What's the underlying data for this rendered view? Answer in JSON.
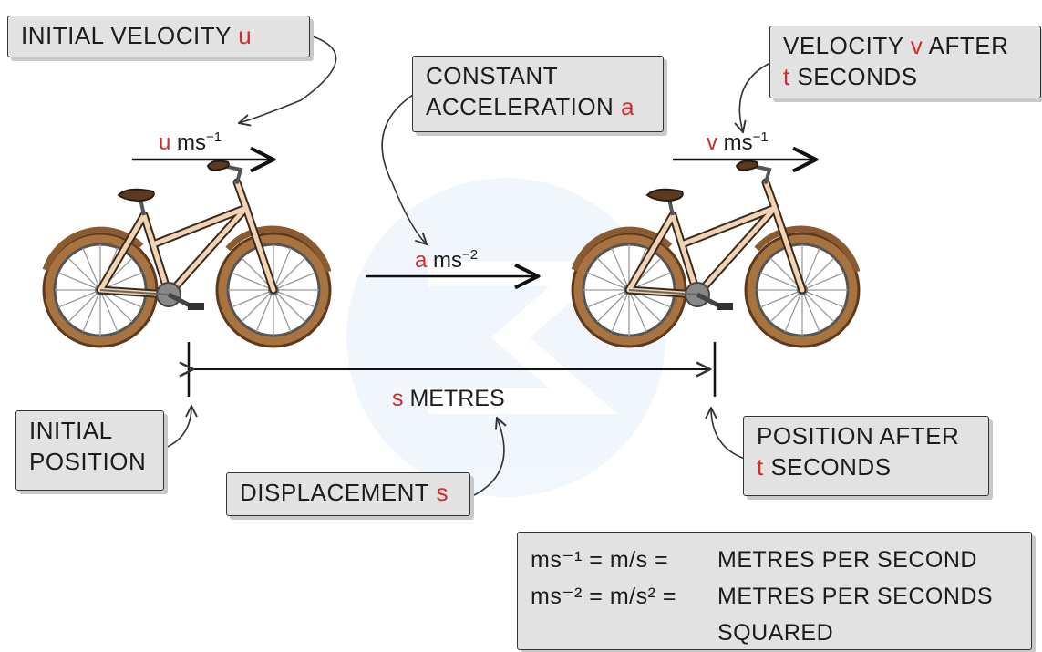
{
  "callouts": {
    "initial_velocity": {
      "text": "INITIAL VELOCITY",
      "symbol": "u"
    },
    "constant_acceleration": {
      "line1": "CONSTANT",
      "line2": "ACCELERATION",
      "symbol": "a"
    },
    "velocity_after": {
      "line1_text": "VELOCITY",
      "line1_symbol": "v",
      "line1_tail": "AFTER",
      "line2_symbol": "t",
      "line2_text": "SECONDS"
    },
    "initial_position": {
      "line1": "INITIAL",
      "line2": "POSITION"
    },
    "displacement": {
      "text": "DISPLACEMENT",
      "symbol": "s"
    },
    "position_after": {
      "line1": "POSITION AFTER",
      "line2_symbol": "t",
      "line2_text": "SECONDS"
    }
  },
  "arrows": {
    "u": {
      "symbol": "u",
      "unit": "ms",
      "power": "−1"
    },
    "a": {
      "symbol": "a",
      "unit": "ms",
      "power": "−2"
    },
    "v": {
      "symbol": "v",
      "unit": "ms",
      "power": "−1"
    }
  },
  "distance": {
    "symbol": "s",
    "text": "METRES"
  },
  "legend": {
    "row1_lhs": "ms⁻¹ = m/s =",
    "row1_rhs": "METRES PER SECOND",
    "row2_lhs": "ms⁻² = m/s² =",
    "row2_rhs": "METRES PER SECONDS",
    "row3_rhs": "SQUARED"
  },
  "colors": {
    "symbol": "#d52a2a",
    "box": "#e2e2e2",
    "frame": "#c48a5a",
    "tyre": "#8a5a30"
  }
}
